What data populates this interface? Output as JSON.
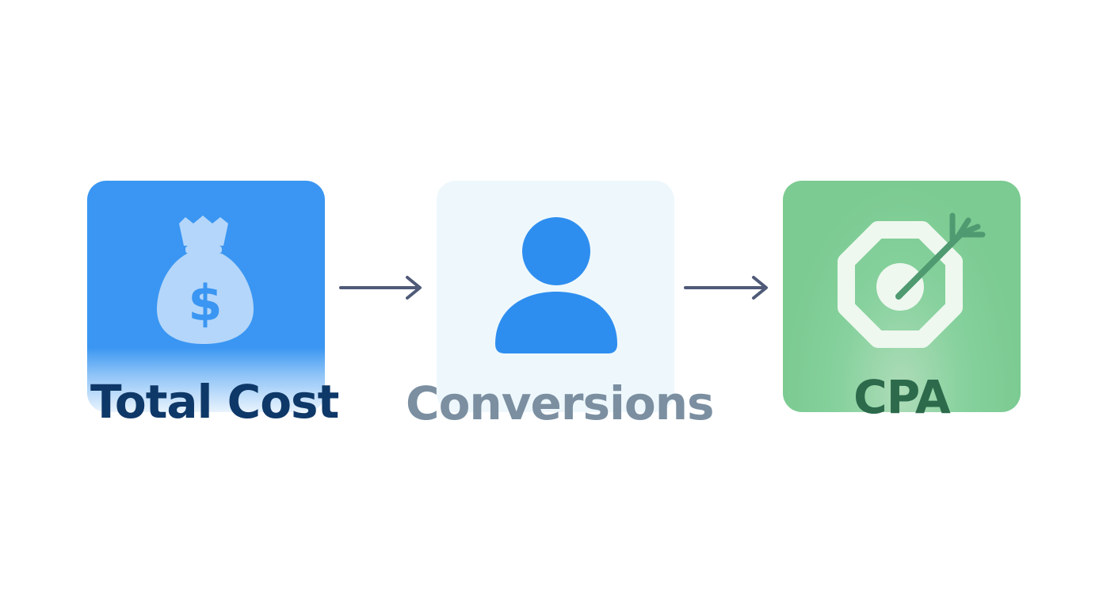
{
  "nodes": [
    {
      "id": "total-cost",
      "label": "Total Cost",
      "icon": "money-bag-icon",
      "color": "#3a96f2"
    },
    {
      "id": "conversions",
      "label": "Conversions",
      "icon": "person-icon",
      "color": "#eef8fc"
    },
    {
      "id": "cpa",
      "label": "CPA",
      "icon": "target-icon",
      "color": "#7ccb92"
    }
  ],
  "edges": [
    {
      "from": "total-cost",
      "to": "conversions"
    },
    {
      "from": "conversions",
      "to": "cpa"
    }
  ],
  "colors": {
    "arrow": "#4f5a78",
    "cost_label": "#0e3868",
    "conv_label": "#7b8fa1",
    "cpa_label": "#2c6a4b",
    "person_icon": "#2e8ef0"
  }
}
